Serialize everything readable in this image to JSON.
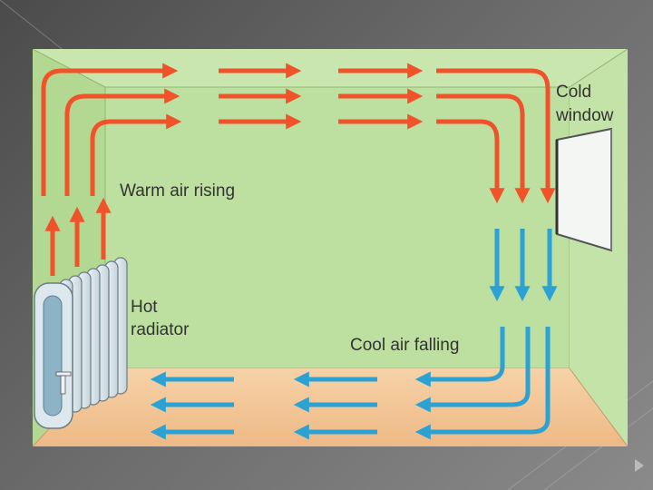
{
  "diagram": {
    "labels": {
      "cold_window_line1": "Cold",
      "cold_window_line2": "window",
      "warm_air": "Warm air rising",
      "hot_radiator_line1": "Hot",
      "hot_radiator_line2": "radiator",
      "cool_air": "Cool air falling"
    },
    "colors": {
      "wall": "#b9dd9a",
      "floor": "#f3c89a",
      "warm_arrow": "#f0522a",
      "cool_arrow": "#2ba2d3",
      "radiator": "#d7e4ea",
      "window": "#f4f6f3"
    }
  }
}
